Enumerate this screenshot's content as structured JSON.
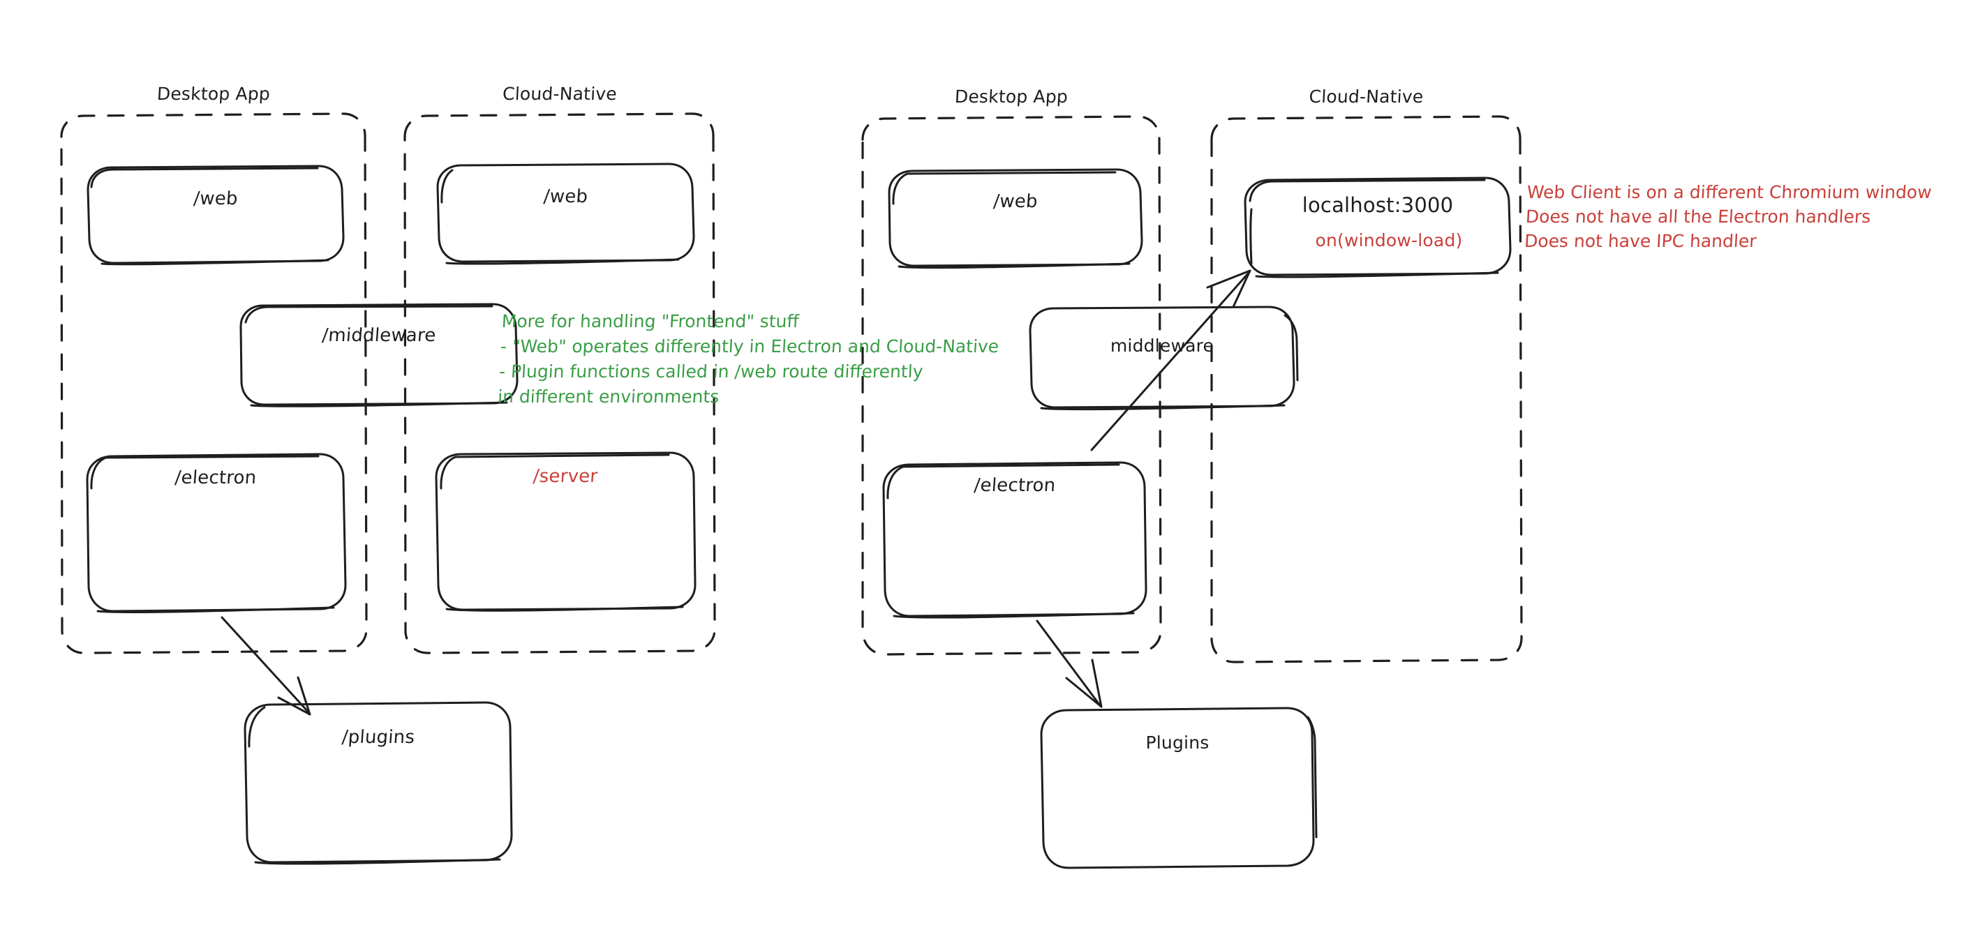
{
  "diagram": {
    "type": "architecture-sketch",
    "style": "hand-drawn",
    "background": "#ffffff",
    "colors": {
      "stroke": "#1e1e1e",
      "text": "#1e1e1e",
      "green_note": "#3a9e46",
      "red_note": "#c9403a"
    }
  },
  "left_diagram": {
    "groups": [
      {
        "title": "Desktop App",
        "id": "left-desktop-app"
      },
      {
        "title": "Cloud-Native",
        "id": "left-cloud-native"
      }
    ],
    "nodes": [
      {
        "id": "left-desktop-web",
        "label": "/web",
        "color": "#1e1e1e"
      },
      {
        "id": "left-cloud-web",
        "label": "/web",
        "color": "#1e1e1e"
      },
      {
        "id": "left-middleware",
        "label": "/middleware",
        "color": "#1e1e1e"
      },
      {
        "id": "left-electron",
        "label": "/electron",
        "color": "#1e1e1e"
      },
      {
        "id": "left-server",
        "label": "/server",
        "color": "#c9403a"
      },
      {
        "id": "left-plugins",
        "label": "/plugins",
        "color": "#1e1e1e"
      }
    ],
    "annotation_green": {
      "color": "#3a9e46",
      "lines": [
        "More for handling \"Frontend\" stuff",
        "- \"Web\" operates differently in Electron and Cloud-Native",
        "- Plugin functions called in /web route differently",
        "in different environments"
      ]
    },
    "arrows": [
      {
        "from": "left-electron",
        "to": "left-plugins"
      }
    ]
  },
  "right_diagram": {
    "groups": [
      {
        "title": "Desktop App",
        "id": "right-desktop-app"
      },
      {
        "title": "Cloud-Native",
        "id": "right-cloud-native"
      }
    ],
    "nodes": [
      {
        "id": "right-desktop-web",
        "label": "/web",
        "color": "#1e1e1e"
      },
      {
        "id": "right-localhost",
        "label": "localhost:3000",
        "color": "#1e1e1e",
        "sublabel": "on(window-load)",
        "sublabel_color": "#c9403a"
      },
      {
        "id": "right-middleware",
        "label": "middleware",
        "color": "#1e1e1e"
      },
      {
        "id": "right-electron",
        "label": "/electron",
        "color": "#1e1e1e"
      },
      {
        "id": "right-plugins",
        "label": "Plugins",
        "color": "#1e1e1e"
      }
    ],
    "annotation_red": {
      "color": "#c9403a",
      "lines": [
        "Web Client is on a different Chromium window",
        "Does not have all the Electron handlers",
        "Does not have IPC handler"
      ]
    },
    "arrows": [
      {
        "from": "right-electron",
        "to": "right-plugins"
      },
      {
        "from": "right-electron",
        "to": "right-localhost"
      }
    ]
  }
}
